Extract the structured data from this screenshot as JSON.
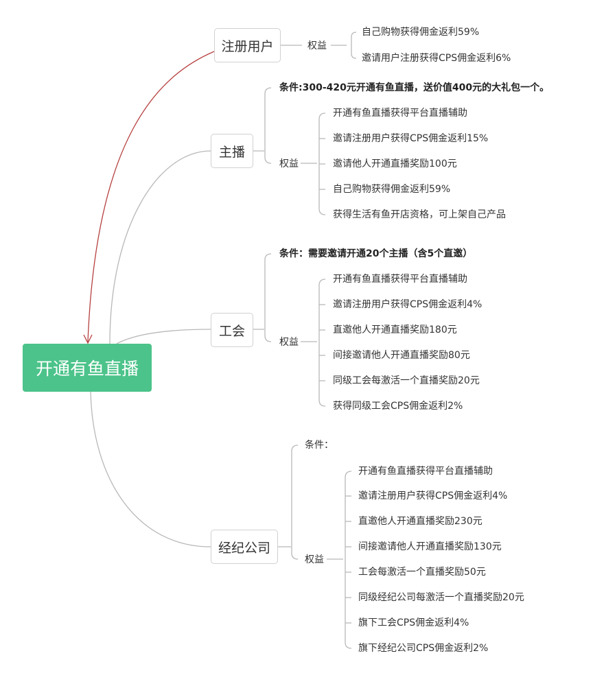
{
  "root": {
    "label": "开通有鱼直播",
    "color": "#4cc38a"
  },
  "branches": {
    "user": {
      "label": "注册用户",
      "rights_label": "权益",
      "rights": [
        "自己购物获得佣金返利59%",
        "邀请用户注册获得CPS佣金返利6%"
      ]
    },
    "anchor": {
      "label": "主播",
      "condition": "条件:300-420元开通有鱼直播，送价值400元的大礼包一个。",
      "rights_label": "权益",
      "rights": [
        "开通有鱼直播获得平台直播辅助",
        "邀请注册用户获得CPS佣金返利15%",
        "邀请他人开通直播奖励100元",
        "自己购物获得佣金返利59%",
        "获得生活有鱼开店资格，可上架自己产品"
      ]
    },
    "guild": {
      "label": "工会",
      "condition": "条件：需要邀请开通20个主播（含5个直邀）",
      "rights_label": "权益",
      "rights": [
        "开通有鱼直播获得平台直播辅助",
        "邀请注册用户获得CPS佣金返利4%",
        "直邀他人开通直播奖励180元",
        "间接邀请他人开通直播奖励80元",
        "同级工会每激活一个直播奖励20元",
        "获得同级工会CPS佣金返利2%"
      ]
    },
    "agency": {
      "label": "经纪公司",
      "condition": "条件：",
      "rights_label": "权益",
      "rights": [
        "开通有鱼直播获得平台直播辅助",
        "邀请注册用户获得CPS佣金返利4%",
        "直邀他人开通直播奖励230元",
        "间接邀请他人开通直播奖励130元",
        "工会每激活一个直播奖励50元",
        "同级经纪公司每激活一个直播奖励20元",
        "旗下工会CPS佣金返利4%",
        "旗下经纪公司CPS佣金返利2%"
      ]
    }
  }
}
